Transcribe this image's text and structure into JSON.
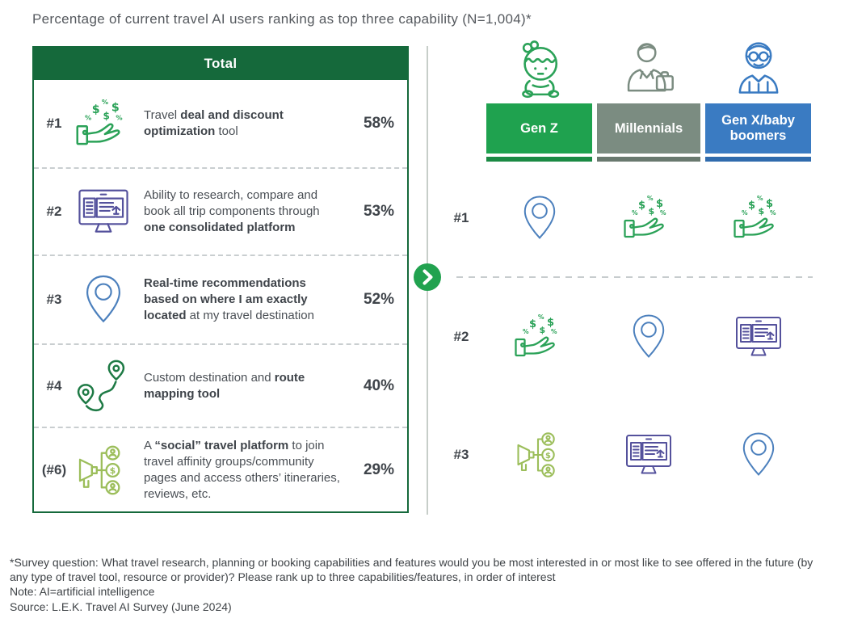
{
  "title": "Percentage of current travel AI users ranking as top three capability (N=1,004)*",
  "colors": {
    "header_green": "#15693B",
    "chevron_green": "#21A24F",
    "icon_money_green": "#2BA258",
    "icon_pin_blue": "#4C80BD",
    "icon_monitor_purple": "#54519C",
    "icon_route_green": "#1E7A45",
    "icon_social_green": "#9CBE5B",
    "text_dark": "#3F444A",
    "text_body": "#4A4F55"
  },
  "table": {
    "header": "Total",
    "rows": [
      {
        "rank": "#1",
        "icon": "money-hand-icon",
        "pct": "58%",
        "segments": [
          {
            "t": "Travel ",
            "b": 0
          },
          {
            "t": "deal and discount optimization",
            "b": 1
          },
          {
            "t": " tool",
            "b": 0
          }
        ]
      },
      {
        "rank": "#2",
        "icon": "booking-monitor-icon",
        "pct": "53%",
        "segments": [
          {
            "t": "Ability to research, compare and book all trip components through ",
            "b": 0
          },
          {
            "t": "one consolidated platform",
            "b": 1
          }
        ]
      },
      {
        "rank": "#3",
        "icon": "location-pin-icon",
        "pct": "52%",
        "segments": [
          {
            "t": "Real-time recommendations based on where I am exactly located",
            "b": 1
          },
          {
            "t": " at my travel destination",
            "b": 0
          }
        ]
      },
      {
        "rank": "#4",
        "icon": "route-map-icon",
        "pct": "40%",
        "segments": [
          {
            "t": "Custom destination and ",
            "b": 0
          },
          {
            "t": "route mapping tool",
            "b": 1
          }
        ]
      },
      {
        "rank": "(#6)",
        "icon": "social-megaphone-icon",
        "pct": "29%",
        "segments": [
          {
            "t": "A ",
            "b": 0
          },
          {
            "t": "“social” travel platform",
            "b": 1
          },
          {
            "t": " to join travel affinity groups/community pages and access others’ itineraries, reviews, etc.",
            "b": 0
          }
        ]
      }
    ]
  },
  "generations": [
    {
      "label": "Gen Z",
      "color": "#1FA24F",
      "bar_color": "#1B8A44",
      "icon": "child-icon"
    },
    {
      "label": "Millennials",
      "color": "#7B8C81",
      "bar_color": "#69796F",
      "icon": "business-person-icon"
    },
    {
      "label": "Gen X/baby boomers",
      "color": "#3A7BC2",
      "bar_color": "#2F6BAD",
      "icon": "older-man-icon"
    }
  ],
  "rank_rows": [
    {
      "rank": "#1",
      "icons": [
        "location-pin-icon",
        "money-hand-icon",
        "money-hand-icon"
      ]
    },
    {
      "rank": "#2",
      "icons": [
        "money-hand-icon",
        "location-pin-icon",
        "booking-monitor-icon"
      ]
    },
    {
      "rank": "#3",
      "icons": [
        "social-megaphone-icon",
        "booking-monitor-icon",
        "location-pin-icon"
      ]
    }
  ],
  "footnotes": [
    "*Survey question: What travel research, planning or booking capabilities and features would you be most interested in or most like to see offered in the future (by any type of travel tool, resource or provider)? Please rank up to three capabilities/features, in order of interest",
    "Note: AI=artificial intelligence",
    "Source: L.E.K. Travel AI Survey (June 2024)"
  ],
  "chart_data": {
    "type": "table",
    "title": "Percentage of current travel AI users ranking as top three capability (N=1,004)",
    "total_ranking": [
      {
        "rank": 1,
        "capability": "Travel deal and discount optimization tool",
        "pct": 58
      },
      {
        "rank": 2,
        "capability": "Ability to research, compare and book all trip components through one consolidated platform",
        "pct": 53
      },
      {
        "rank": 3,
        "capability": "Real-time recommendations based on where I am exactly located at my travel destination",
        "pct": 52
      },
      {
        "rank": 4,
        "capability": "Custom destination and route mapping tool",
        "pct": 40
      },
      {
        "rank": 6,
        "capability": "A “social” travel platform to join travel affinity groups/community pages and access others’ itineraries, reviews, etc.",
        "pct": 29
      }
    ],
    "generation_top3": {
      "Gen Z": [
        "Real-time recommendations based on location",
        "Travel deal and discount optimization tool",
        "“Social” travel platform"
      ],
      "Millennials": [
        "Travel deal and discount optimization tool",
        "Real-time recommendations based on location",
        "One consolidated booking platform"
      ],
      "Gen X/baby boomers": [
        "Travel deal and discount optimization tool",
        "One consolidated booking platform",
        "Real-time recommendations based on location"
      ]
    }
  }
}
